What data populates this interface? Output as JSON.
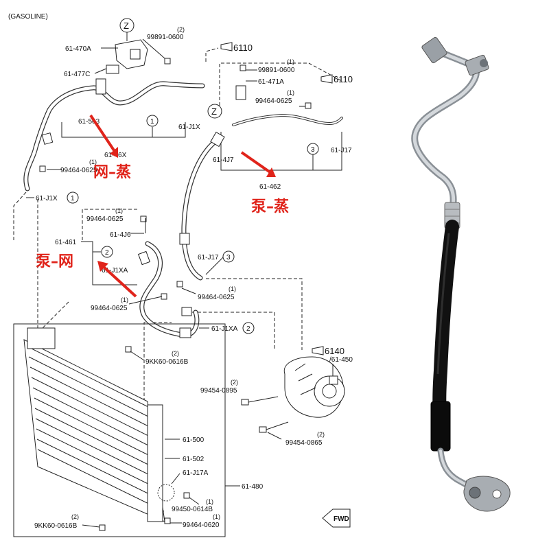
{
  "header": {
    "title": "(GASOLINE)"
  },
  "callouts": {
    "z_top": "Z",
    "z_mid": "Z",
    "ref_6110_a": "6110",
    "ref_6110_b": "6110",
    "ref_6140": "6140",
    "c1_a": "1",
    "c1_b": "1",
    "c2_a": "2",
    "c2_b": "2",
    "c3_a": "3",
    "c3_b": "3",
    "fwd": "FWD"
  },
  "parts": {
    "p_61470A": "61-470A",
    "p_99891_a_qty": "(2)",
    "p_99891_a": "99891-0600",
    "p_61477C": "61-477C",
    "p_99891_b_qty": "(1)",
    "p_99891_b": "99891-0600",
    "p_61471A": "61-471A",
    "p_99464_a_qty": "(1)",
    "p_99464_a": "99464-0625",
    "p_61503": "61-503",
    "p_61J1X_a": "61-J1X",
    "p_6146X": "61-46X",
    "p_99464_b_qty": "(1)",
    "p_99464_b": "99464-0625",
    "p_61J1X_b": "61-J1X",
    "p_614J7": "61-4J7",
    "p_61J17_a": "61-J17",
    "p_61462": "61-462",
    "p_99464_c_qty": "(1)",
    "p_99464_c": "99464-0625",
    "p_614J6": "61-4J6",
    "p_61461": "61-461",
    "p_61J1XA_a": "61-J1XA",
    "p_99464_d_qty": "(1)",
    "p_99464_d": "99464-0625",
    "p_61J17_b": "61-J17",
    "p_99464_e_qty": "(1)",
    "p_99464_e": "99464-0625",
    "p_61J1XA_b": "61-J1XA",
    "p_9KK60_a_qty": "(2)",
    "p_9KK60_a": "9KK60-0616B",
    "p_61450": "/61-450",
    "p_99454_a_qty": "(2)",
    "p_99454_a": "99454-0895",
    "p_99454_b_qty": "(2)",
    "p_99454_b": "99454-0865",
    "p_61500": "61-500",
    "p_61502": "61-502",
    "p_61J17A": "61-J17A",
    "p_61480": "61-480",
    "p_99450_qty": "(1)",
    "p_99450": "99450-0614B",
    "p_9KK60_b_qty": "(2)",
    "p_9KK60_b": "9KK60-0616B",
    "p_99464_f_qty": "(1)",
    "p_99464_f": "99464-0620"
  },
  "annotations": {
    "net_evap": "网–蒸",
    "pump_evap": "泵–蒸",
    "pump_net": "泵–网"
  },
  "colors": {
    "annotation": "#e0241b",
    "line": "#222222",
    "hose": "#1a1a1a",
    "metal": "#c8ccd0"
  }
}
